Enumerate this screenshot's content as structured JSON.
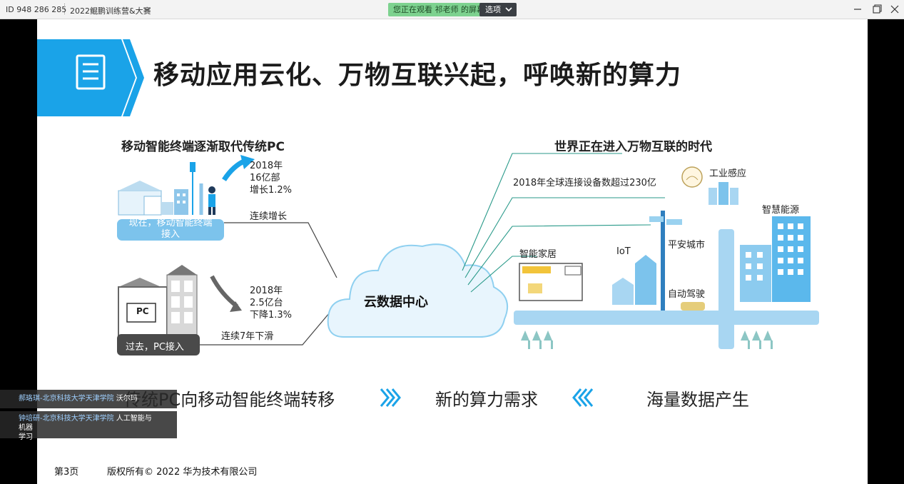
{
  "window": {
    "meeting_id": "ID 948 286 285",
    "meeting_name": "2022鲲鹏训练营&大赛",
    "viewing_banner": "您正在观看 祁老师 的屏幕",
    "options_label": "选项",
    "icons": [
      "chevron-down-icon",
      "minimize-icon",
      "restore-icon",
      "close-icon"
    ]
  },
  "slide": {
    "title": "移动应用云化、万物互联兴起，呼唤新的算力",
    "left": {
      "heading": "移动智能终端逐渐取代传统PC",
      "mobile_stats": [
        "2018年",
        "16亿部",
        "增长1.2%"
      ],
      "mobile_trend": "连续增长",
      "mobile_banner_line1": "现在，移动智能终端",
      "mobile_banner_line2": "接入",
      "pc_label": "PC",
      "pc_stats": [
        "2018年",
        "2.5亿台",
        "下降1.3%"
      ],
      "pc_trend": "连续7年下滑",
      "pc_banner": "过去，PC接入"
    },
    "center": {
      "cloud_label": "云数据中心"
    },
    "right": {
      "heading": "世界正在进入万物互联的时代",
      "devices_stat": "2018年全球连接设备数超过230亿",
      "industrial": "工业感应",
      "smart_energy": "智慧能源",
      "smart_home": "智能家居",
      "iot": "IoT",
      "safe_city": "平安城市",
      "autonomous": "自动驾驶"
    },
    "bottom_row": {
      "left_text": "传统PC向移动智能终端转移",
      "middle_text": "新的算力需求",
      "right_text": "海量数据产生",
      "left_arrows": "»",
      "right_arrows": "«"
    },
    "footer": {
      "page": "第3页",
      "copyright": "版权所有© 2022 华为技术有限公司"
    }
  },
  "participants": [
    {
      "name": "郝珞琪-北京科技大学天津学院",
      "note": "沃尔玛",
      "extra": ""
    },
    {
      "name": "钟培研-北京科技大学天津学院",
      "note": "人工智能与机器",
      "extra": "学习"
    }
  ],
  "colors": {
    "accent_blue": "#1aa3e8",
    "light_blue": "#a7d6f2",
    "dark_gray": "#4a4a4a",
    "banner_green": "#7dd28f"
  }
}
